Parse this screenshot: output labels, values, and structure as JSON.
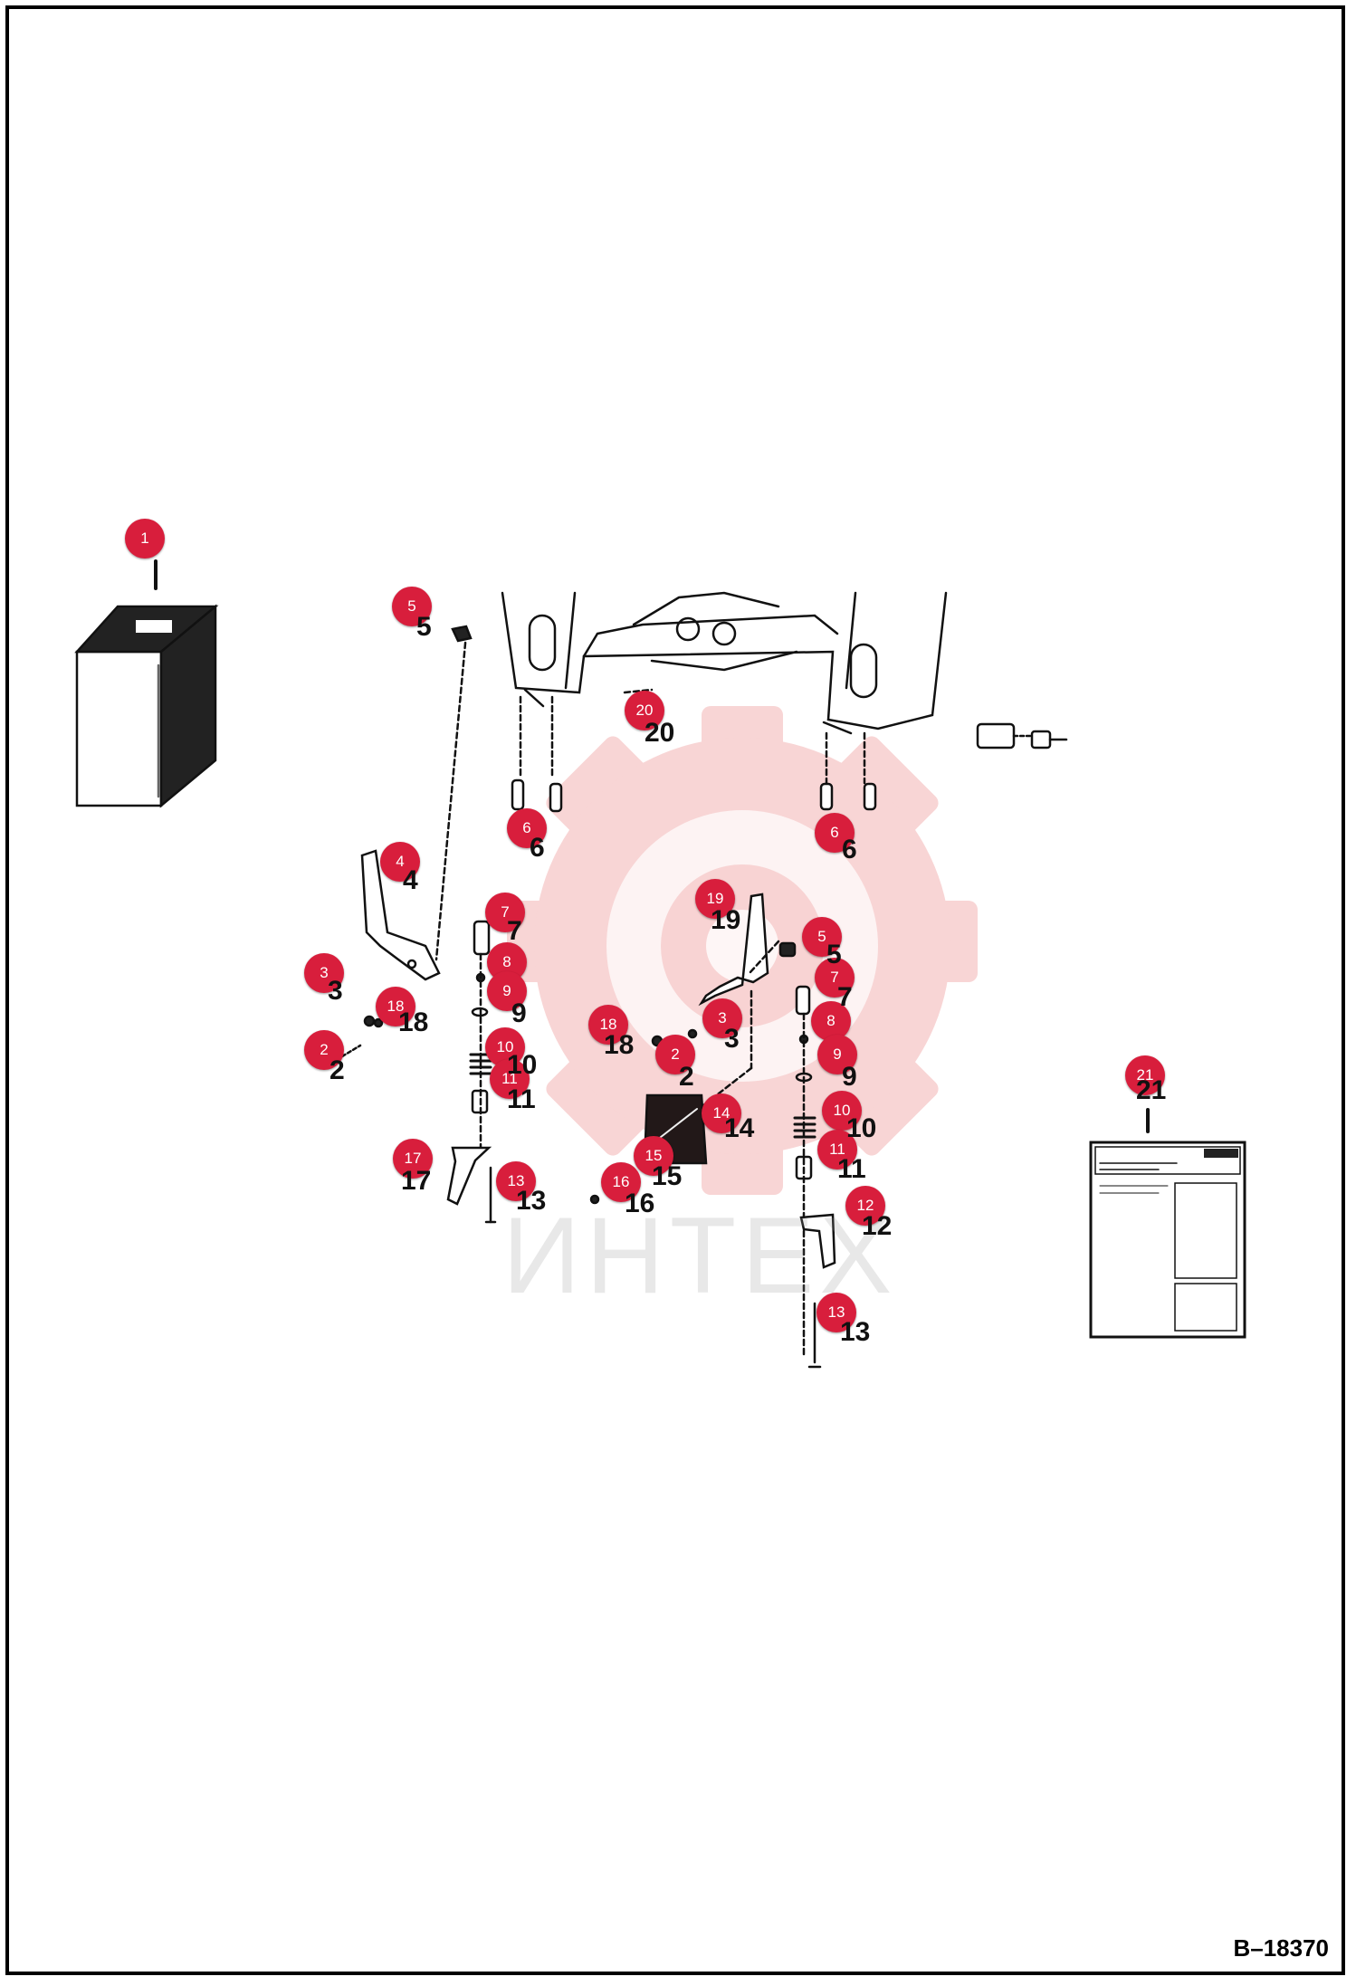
{
  "drawing_id": "B–18370",
  "watermark_text": "ИНТЕХ",
  "colors": {
    "callout": "#d81e3c",
    "watermark": "#f3b3b3",
    "line": "#111111"
  },
  "callouts": [
    {
      "id": "c1",
      "n": "1"
    },
    {
      "id": "c5a",
      "n": "5"
    },
    {
      "id": "c20",
      "n": "20"
    },
    {
      "id": "c6a",
      "n": "6"
    },
    {
      "id": "c6b",
      "n": "6"
    },
    {
      "id": "c4",
      "n": "4"
    },
    {
      "id": "c7a",
      "n": "7"
    },
    {
      "id": "c8a",
      "n": "8"
    },
    {
      "id": "c9a",
      "n": "9"
    },
    {
      "id": "c3a",
      "n": "3"
    },
    {
      "id": "c18a",
      "n": "18"
    },
    {
      "id": "c2a",
      "n": "2"
    },
    {
      "id": "c10a",
      "n": "10"
    },
    {
      "id": "c11a",
      "n": "11"
    },
    {
      "id": "c17",
      "n": "17"
    },
    {
      "id": "c13a",
      "n": "13"
    },
    {
      "id": "c19",
      "n": "19"
    },
    {
      "id": "c5b",
      "n": "5"
    },
    {
      "id": "c7b",
      "n": "7"
    },
    {
      "id": "c3b",
      "n": "3"
    },
    {
      "id": "c8b",
      "n": "8"
    },
    {
      "id": "c18b",
      "n": "18"
    },
    {
      "id": "c2b",
      "n": "2"
    },
    {
      "id": "c9b",
      "n": "9"
    },
    {
      "id": "c14",
      "n": "14"
    },
    {
      "id": "c10b",
      "n": "10"
    },
    {
      "id": "c15",
      "n": "15"
    },
    {
      "id": "c11b",
      "n": "11"
    },
    {
      "id": "c16",
      "n": "16"
    },
    {
      "id": "c12",
      "n": "12"
    },
    {
      "id": "c13b",
      "n": "13"
    },
    {
      "id": "c21",
      "n": "21"
    }
  ],
  "labels": [
    {
      "id": "l5a",
      "n": "5"
    },
    {
      "id": "l20",
      "n": "20"
    },
    {
      "id": "l6a",
      "n": "6"
    },
    {
      "id": "l6b",
      "n": "6"
    },
    {
      "id": "l4",
      "n": "4"
    },
    {
      "id": "l7a",
      "n": "7"
    },
    {
      "id": "l9a",
      "n": "9"
    },
    {
      "id": "l3a",
      "n": "3"
    },
    {
      "id": "l18a",
      "n": "18"
    },
    {
      "id": "l2a",
      "n": "2"
    },
    {
      "id": "l10a",
      "n": "10"
    },
    {
      "id": "l11a",
      "n": "11"
    },
    {
      "id": "l17",
      "n": "17"
    },
    {
      "id": "l13a",
      "n": "13"
    },
    {
      "id": "l19",
      "n": "19"
    },
    {
      "id": "l5b",
      "n": "5"
    },
    {
      "id": "l7b",
      "n": "7"
    },
    {
      "id": "l18b",
      "n": "18"
    },
    {
      "id": "l3b",
      "n": "3"
    },
    {
      "id": "l2b",
      "n": "2"
    },
    {
      "id": "l9b",
      "n": "9"
    },
    {
      "id": "l14",
      "n": "14"
    },
    {
      "id": "l10b",
      "n": "10"
    },
    {
      "id": "l15",
      "n": "15"
    },
    {
      "id": "l11b",
      "n": "11"
    },
    {
      "id": "l16",
      "n": "16"
    },
    {
      "id": "l12",
      "n": "12"
    },
    {
      "id": "l13b",
      "n": "13"
    },
    {
      "id": "l21",
      "n": "21"
    }
  ]
}
